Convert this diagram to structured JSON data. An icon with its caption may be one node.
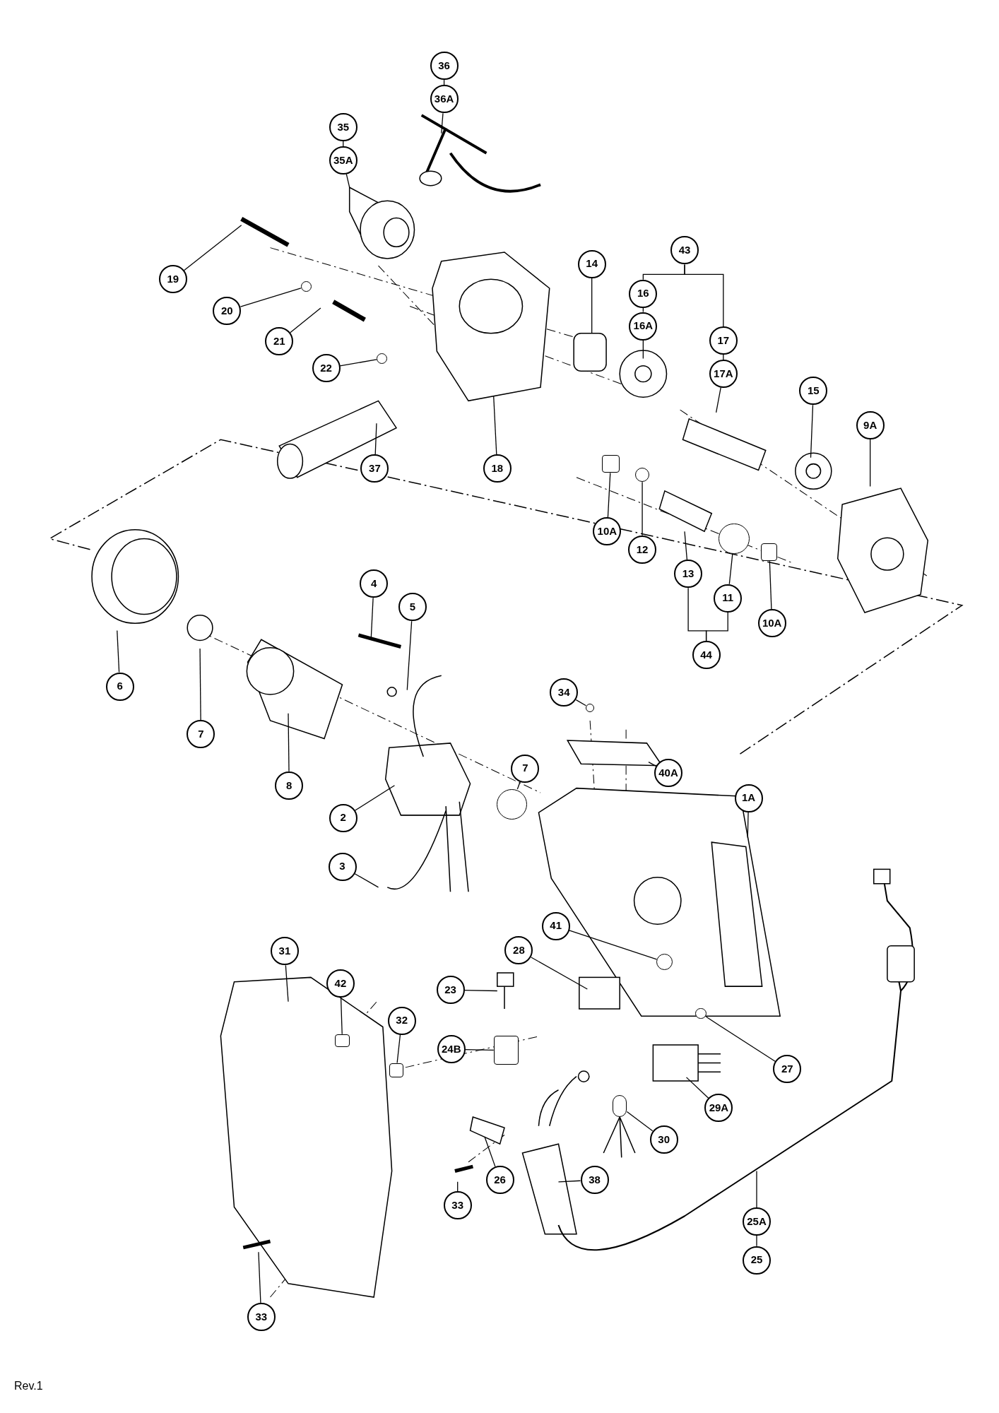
{
  "diagram": {
    "nodes": [
      {
        "text": [
          "36"
        ]
      },
      {
        "text": [
          "36A"
        ]
      },
      {
        "text": [
          "35"
        ]
      },
      {
        "text": [
          "35A"
        ]
      },
      {
        "text": [
          "43"
        ]
      },
      {
        "text": [
          "14"
        ]
      },
      {
        "text": [
          "19"
        ]
      },
      {
        "text": [
          "16"
        ]
      },
      {
        "text": [
          "20"
        ]
      },
      {
        "text": [
          "16A"
        ]
      },
      {
        "text": [
          "17"
        ]
      },
      {
        "text": [
          "21"
        ]
      },
      {
        "text": [
          "22"
        ]
      },
      {
        "text": [
          "17A"
        ]
      },
      {
        "text": [
          "15"
        ]
      },
      {
        "text": [
          "9A"
        ]
      },
      {
        "text": [
          "37"
        ]
      },
      {
        "text": [
          "18"
        ]
      },
      {
        "text": [
          "10A"
        ]
      },
      {
        "text": [
          "12"
        ]
      },
      {
        "text": [
          "13"
        ]
      },
      {
        "text": [
          "4"
        ]
      },
      {
        "text": [
          "11"
        ]
      },
      {
        "text": [
          "5"
        ]
      },
      {
        "text": [
          "10A"
        ]
      },
      {
        "text": [
          "44"
        ]
      },
      {
        "text": [
          "6"
        ]
      },
      {
        "text": [
          "34"
        ]
      },
      {
        "text": [
          "7"
        ]
      },
      {
        "text": [
          "7"
        ]
      },
      {
        "text": [
          "40A"
        ]
      },
      {
        "text": [
          "8"
        ]
      },
      {
        "text": [
          "1A"
        ]
      },
      {
        "text": [
          "2"
        ]
      },
      {
        "text": [
          "3"
        ]
      },
      {
        "text": [
          "41"
        ]
      },
      {
        "text": [
          "31"
        ]
      },
      {
        "text": [
          "28"
        ]
      },
      {
        "text": [
          "42"
        ]
      },
      {
        "text": [
          "23"
        ]
      },
      {
        "text": [
          "32"
        ]
      },
      {
        "text": [
          "24B"
        ]
      },
      {
        "text": [
          "27"
        ]
      },
      {
        "text": [
          "29A"
        ]
      },
      {
        "text": [
          "30"
        ]
      },
      {
        "text": [
          "26"
        ]
      },
      {
        "text": [
          "38"
        ]
      },
      {
        "text": [
          "33"
        ]
      },
      {
        "text": [
          "25A"
        ]
      },
      {
        "text": [
          "25"
        ]
      },
      {
        "text": [
          "33"
        ]
      },
      {
        "text": [],
        "shape": "circle"
      },
      {
        "text": [],
        "shape": "circle"
      },
      {
        "text": [],
        "shape": "box"
      },
      {
        "text": [],
        "shape": "circle"
      },
      {
        "text": [],
        "shape": "circle"
      },
      {
        "text": [],
        "shape": "box"
      },
      {
        "text": [],
        "shape": "circle"
      },
      {
        "text": [],
        "shape": "circle"
      },
      {
        "text": [],
        "shape": "circle"
      },
      {
        "text": [],
        "shape": "box"
      },
      {
        "text": [],
        "shape": "box"
      },
      {
        "text": [],
        "shape": "box"
      },
      {
        "text": [],
        "shape": "circle"
      },
      {
        "text": [],
        "shape": "circle"
      }
    ],
    "edges": [
      {
        "from": 0,
        "to": 1,
        "arrow": "none"
      },
      {
        "from": 2,
        "to": 3,
        "arrow": "none"
      },
      {
        "from": 7,
        "to": 9,
        "arrow": "none"
      },
      {
        "from": 10,
        "to": 13,
        "arrow": "none"
      },
      {
        "from": 48,
        "to": 49,
        "arrow": "none"
      },
      {
        "from": 4,
        "to": 7,
        "arrow": "none"
      },
      {
        "from": 4,
        "to": 10,
        "arrow": "none"
      },
      {
        "from": 25,
        "to": 20,
        "arrow": "none"
      },
      {
        "from": 25,
        "to": 22,
        "arrow": "none"
      },
      {
        "from": 1,
        "to": null,
        "arrow": "none"
      },
      {
        "from": 3,
        "to": null,
        "arrow": "none"
      },
      {
        "from": 5,
        "to": null,
        "arrow": "none"
      },
      {
        "from": 6,
        "to": null,
        "arrow": "none"
      },
      {
        "from": 8,
        "to": 51,
        "arrow": "none"
      },
      {
        "from": 9,
        "to": null,
        "arrow": "none"
      },
      {
        "from": 11,
        "to": null,
        "arrow": "none"
      },
      {
        "from": 12,
        "to": 52,
        "arrow": "none"
      },
      {
        "from": 13,
        "to": null,
        "arrow": "none"
      },
      {
        "from": 14,
        "to": null,
        "arrow": "none"
      },
      {
        "from": 15,
        "to": null,
        "arrow": "none"
      },
      {
        "from": 16,
        "to": null,
        "arrow": "none"
      },
      {
        "from": 17,
        "to": null,
        "arrow": "none"
      },
      {
        "from": 18,
        "to": 53,
        "arrow": "none"
      },
      {
        "from": 19,
        "to": 54,
        "arrow": "none"
      },
      {
        "from": 20,
        "to": null,
        "arrow": "none"
      },
      {
        "from": 21,
        "to": null,
        "arrow": "none"
      },
      {
        "from": 22,
        "to": 55,
        "arrow": "none"
      },
      {
        "from": 23,
        "to": null,
        "arrow": "none"
      },
      {
        "from": 24,
        "to": 56,
        "arrow": "none"
      },
      {
        "from": 26,
        "to": null,
        "arrow": "none"
      },
      {
        "from": 27,
        "to": 57,
        "arrow": "none"
      },
      {
        "from": 28,
        "to": null,
        "arrow": "none"
      },
      {
        "from": 29,
        "to": 58,
        "arrow": "none"
      },
      {
        "from": 30,
        "to": null,
        "arrow": "none"
      },
      {
        "from": 31,
        "to": null,
        "arrow": "none"
      },
      {
        "from": 32,
        "to": null,
        "arrow": "none"
      },
      {
        "from": 33,
        "to": null,
        "arrow": "none"
      },
      {
        "from": 34,
        "to": null,
        "arrow": "none"
      },
      {
        "from": 35,
        "to": 59,
        "arrow": "none"
      },
      {
        "from": 36,
        "to": null,
        "arrow": "none"
      },
      {
        "from": 37,
        "to": null,
        "arrow": "none"
      },
      {
        "from": 38,
        "to": 60,
        "arrow": "none"
      },
      {
        "from": 39,
        "to": null,
        "arrow": "none"
      },
      {
        "from": 40,
        "to": 61,
        "arrow": "none"
      },
      {
        "from": 41,
        "to": 62,
        "arrow": "none"
      },
      {
        "from": 42,
        "to": 63,
        "arrow": "none"
      },
      {
        "from": 43,
        "to": null,
        "arrow": "none"
      },
      {
        "from": 44,
        "to": 64,
        "arrow": "none"
      },
      {
        "from": 45,
        "to": null,
        "arrow": "none"
      },
      {
        "from": 46,
        "to": null,
        "arrow": "none"
      },
      {
        "from": 47,
        "to": null,
        "arrow": "none"
      },
      {
        "from": 48,
        "to": null,
        "arrow": "none"
      },
      {
        "from": 50,
        "to": null,
        "arrow": "none"
      }
    ],
    "labels": [
      "Rev.1"
    ]
  }
}
